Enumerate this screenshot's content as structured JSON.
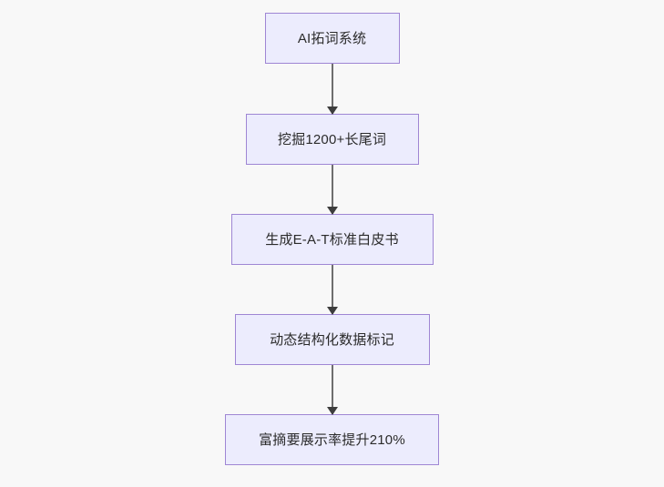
{
  "diagram": {
    "type": "flowchart",
    "direction": "top-to-bottom",
    "background_color": "#f8f8f8",
    "node_fill_color": "#ececfd",
    "node_border_color": "#9f86d4",
    "connector_color": "#6e6e6e",
    "arrowhead_color": "#3d3d3d",
    "text_color": "#2b2b2b",
    "nodes": [
      {
        "id": "n1",
        "label": "AI拓词系统"
      },
      {
        "id": "n2",
        "label": "挖掘1200+长尾词"
      },
      {
        "id": "n3",
        "label": "生成E-A-T标准白皮书"
      },
      {
        "id": "n4",
        "label": "动态结构化数据标记"
      },
      {
        "id": "n5",
        "label": "富摘要展示率提升210%"
      }
    ],
    "edges": [
      {
        "from": "n1",
        "to": "n2",
        "label": ""
      },
      {
        "from": "n2",
        "to": "n3",
        "label": ""
      },
      {
        "from": "n3",
        "to": "n4",
        "label": ""
      },
      {
        "from": "n4",
        "to": "n5",
        "label": ""
      }
    ]
  }
}
